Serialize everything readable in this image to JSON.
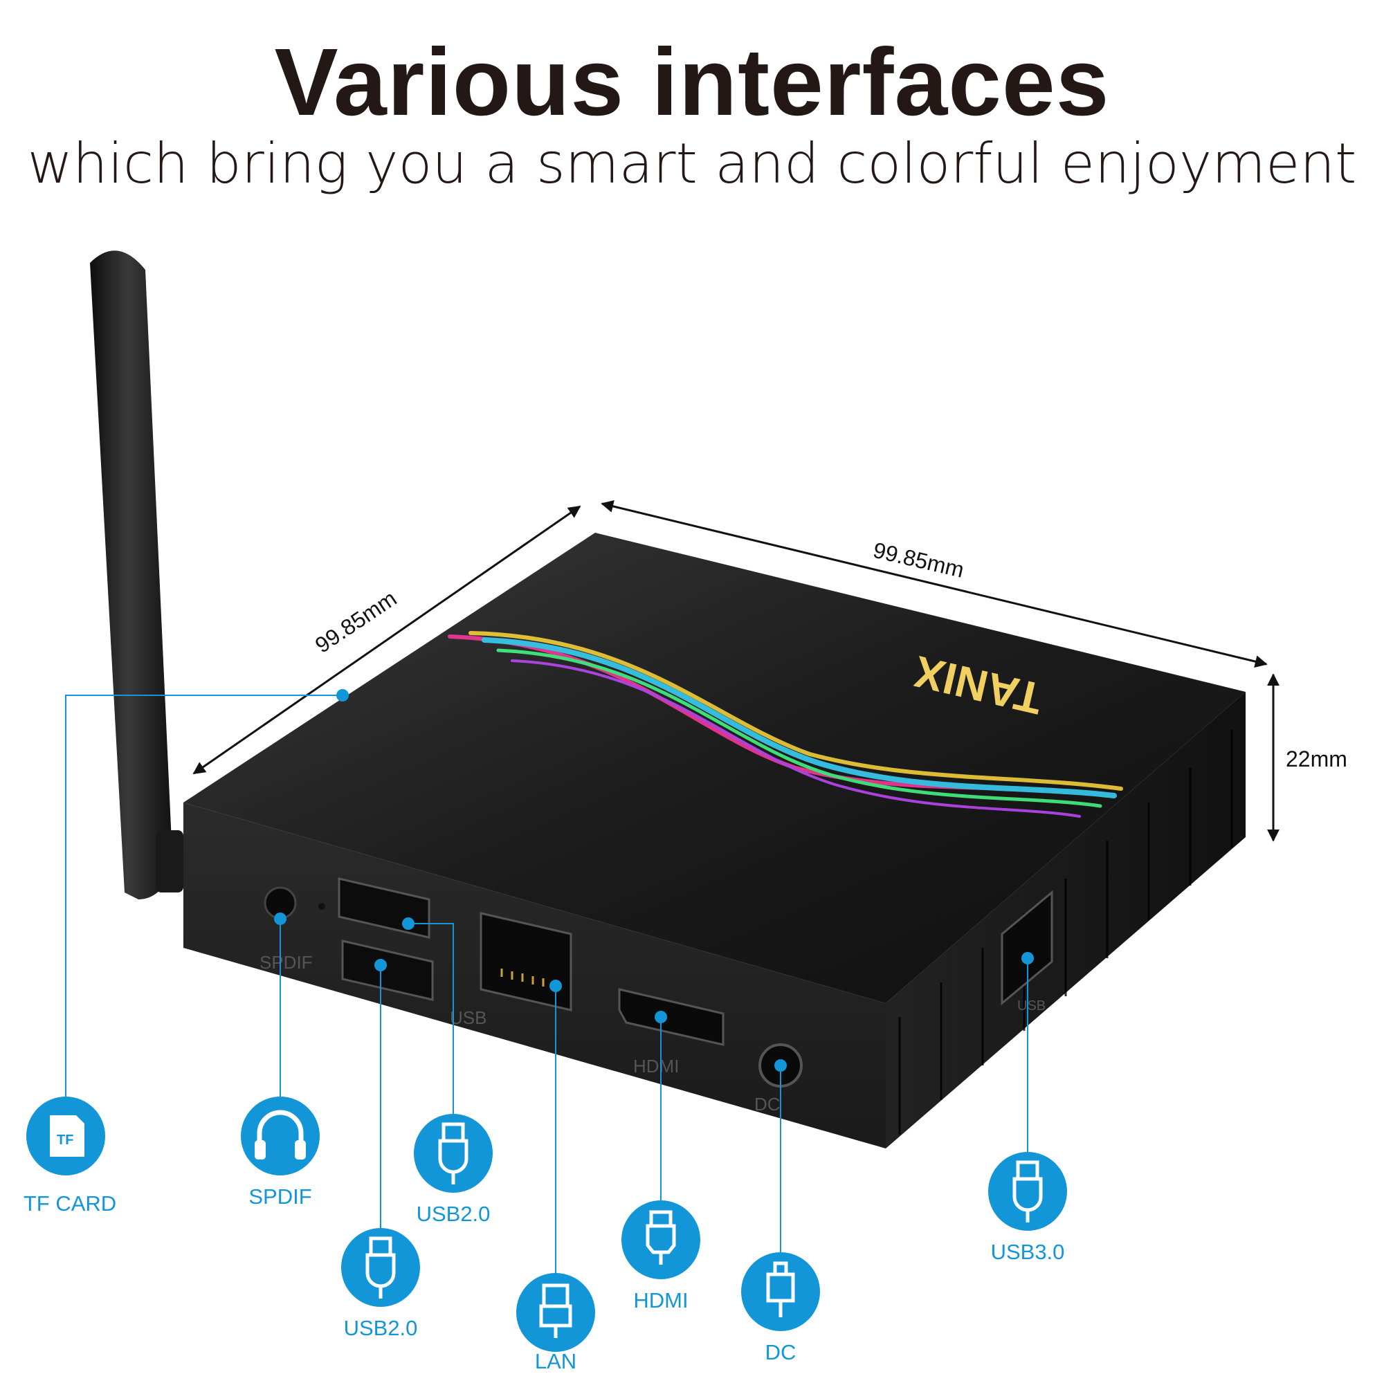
{
  "title": "Various interfaces",
  "subtitle": "which bring you a smart and colorful enjoyment",
  "brand": "TANIX",
  "dimensions": {
    "depth": "99.85mm",
    "width": "99.85mm",
    "height": "22mm"
  },
  "port_prints": {
    "spdif": "SPDIF",
    "usb": "USB",
    "hdmi": "HDMI",
    "dc": "DC",
    "side_usb": "USB"
  },
  "ports": [
    {
      "id": "tf",
      "label": "TF CARD",
      "icon": "tf-card-icon"
    },
    {
      "id": "spdif",
      "label": "SPDIF",
      "icon": "headphones-icon"
    },
    {
      "id": "usb2a",
      "label": "USB2.0",
      "icon": "usb-plug-icon"
    },
    {
      "id": "usb2b",
      "label": "USB2.0",
      "icon": "usb-plug-icon"
    },
    {
      "id": "lan",
      "label": "LAN",
      "icon": "ethernet-plug-icon"
    },
    {
      "id": "hdmi",
      "label": "HDMI",
      "icon": "hdmi-plug-icon"
    },
    {
      "id": "dc",
      "label": "DC",
      "icon": "dc-plug-icon"
    },
    {
      "id": "usb3",
      "label": "USB3.0",
      "icon": "usb-plug-icon"
    }
  ],
  "colors": {
    "accent": "#1296d8",
    "text": "#231815",
    "body": "#2a2a2a",
    "top": "#1a1a1a"
  }
}
